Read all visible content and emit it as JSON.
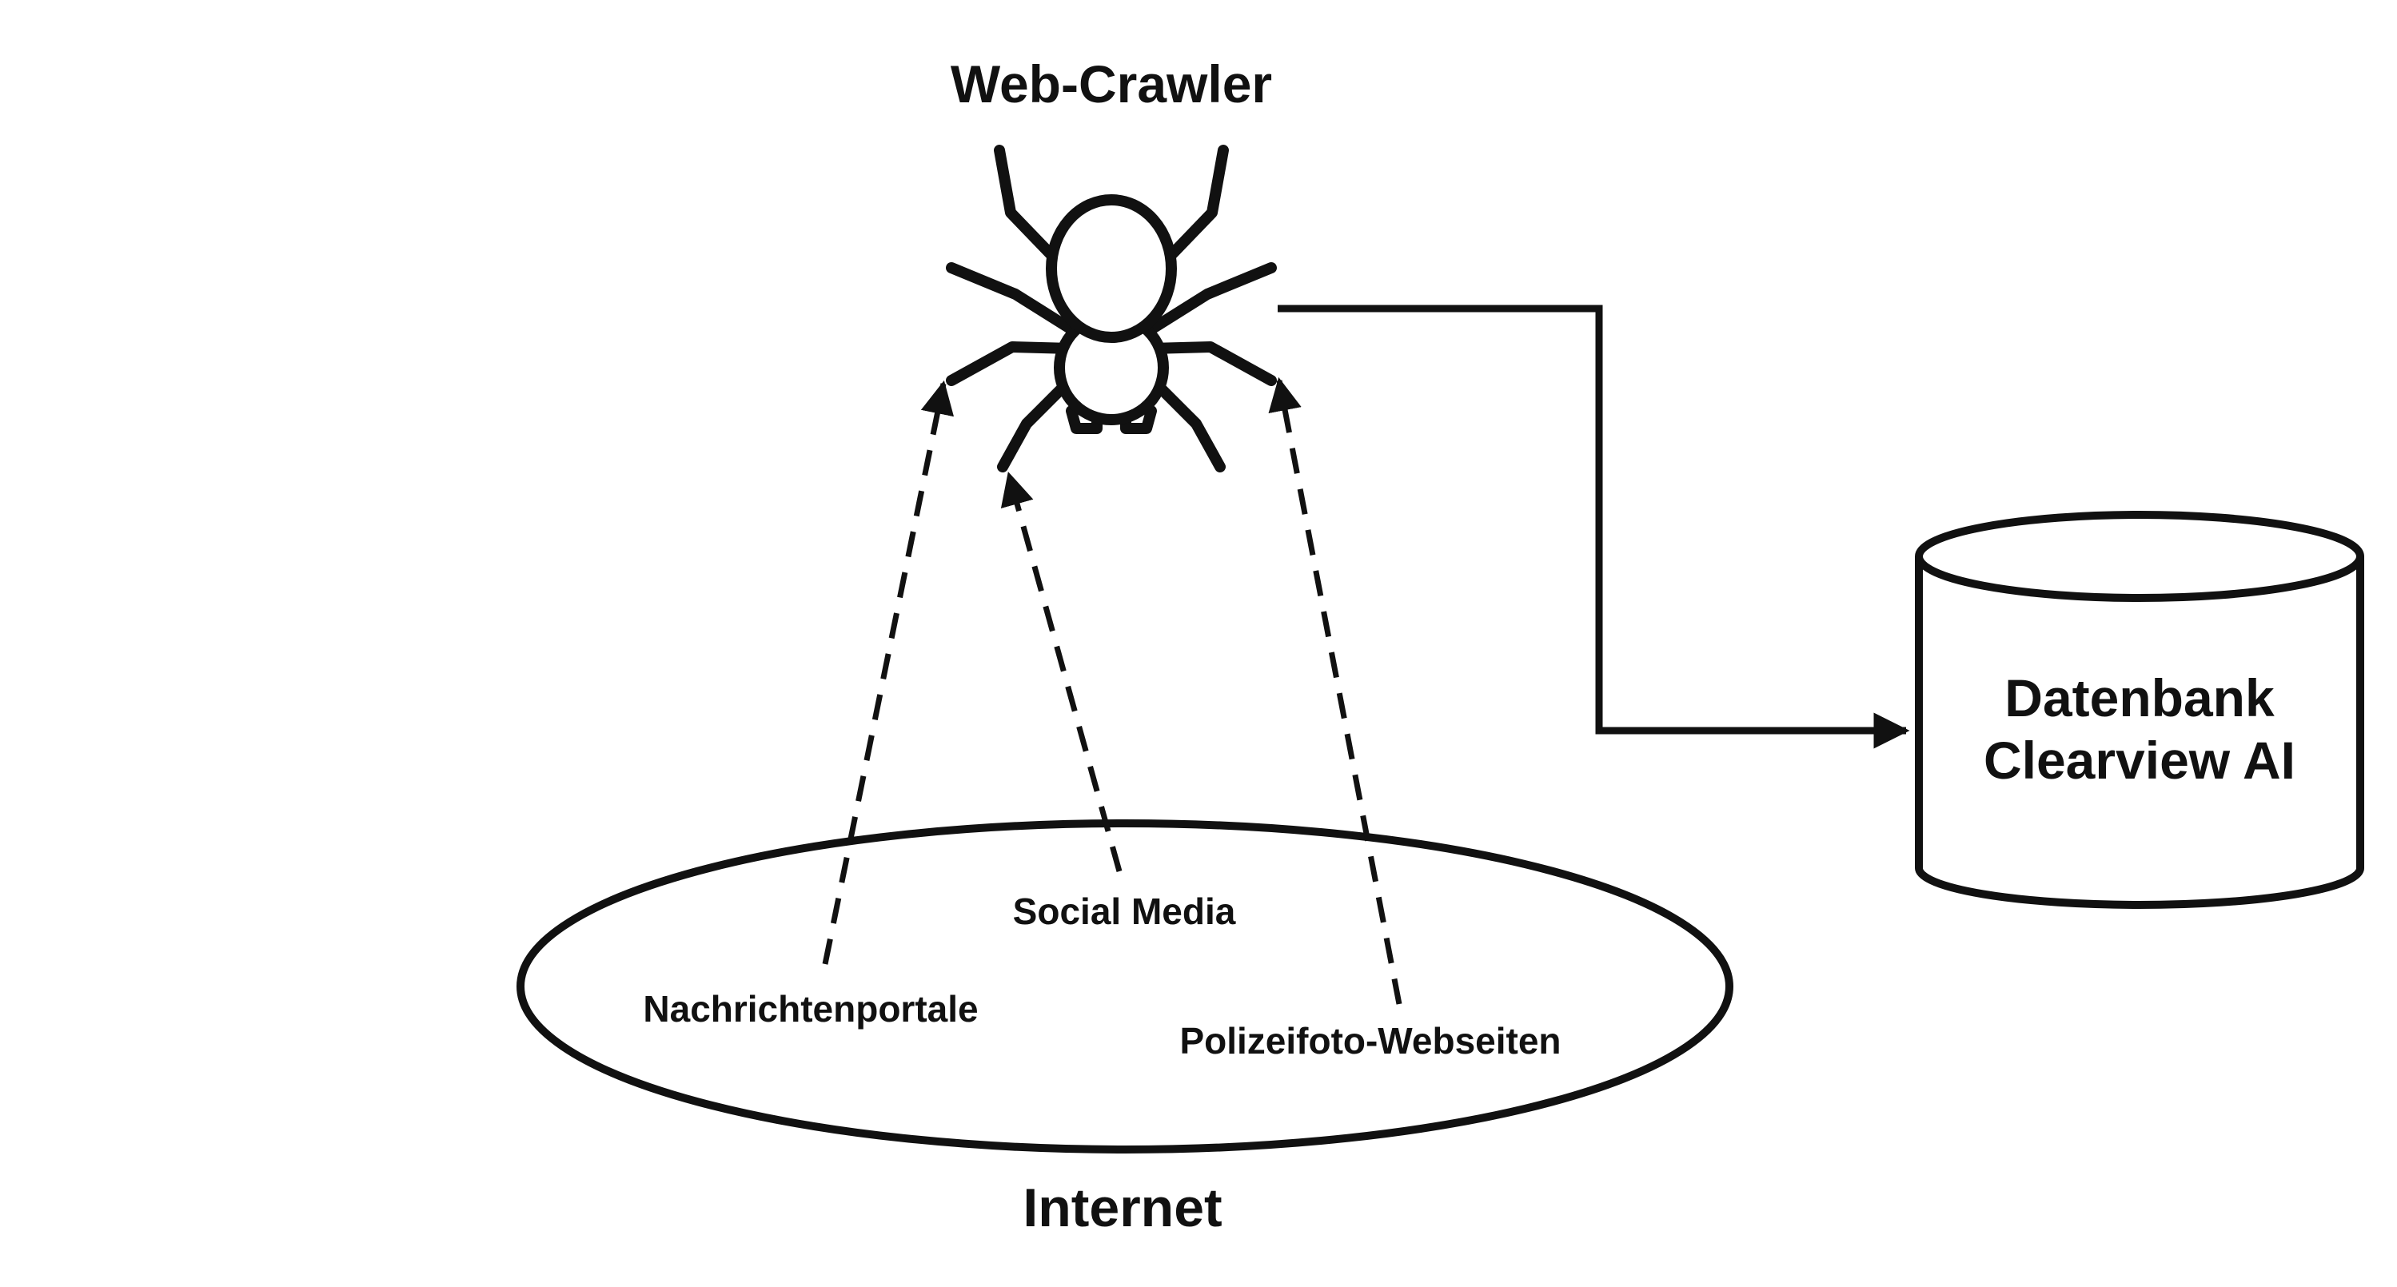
{
  "diagram": {
    "crawler": {
      "label": "Web-Crawler",
      "icon": "spider-icon"
    },
    "database": {
      "line1": "Datenbank",
      "line2": "Clearview AI",
      "icon": "database-cylinder-icon"
    },
    "internet": {
      "label": "Internet",
      "sources": [
        "Nachrichtenportale",
        "Social Media",
        "Polizeifoto-Webseiten"
      ]
    },
    "colors": {
      "stroke": "#111111",
      "fill": "#ffffff"
    }
  }
}
